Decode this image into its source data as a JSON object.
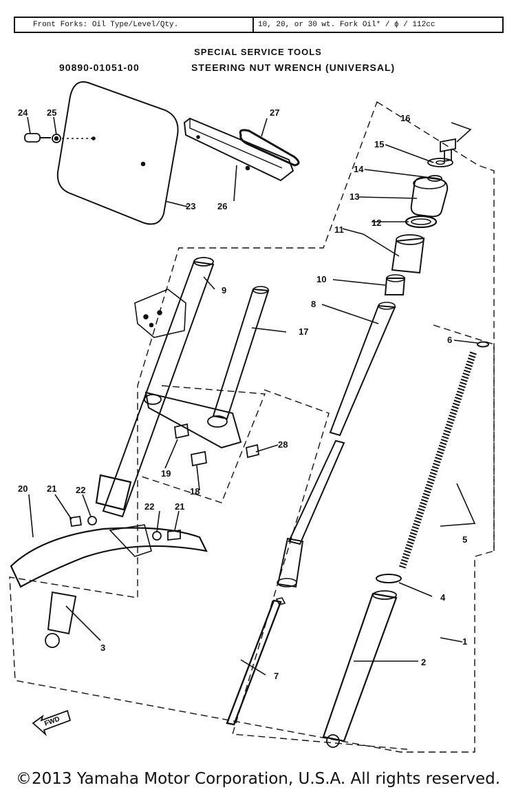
{
  "spec_table": {
    "label": "Front Forks:  Oil Type/Level/Qty.",
    "value": "10, 20, or 30 wt. Fork Oil* / ϕ / 112cc"
  },
  "special_tools": {
    "heading": "SPECIAL SERVICE TOOLS",
    "part_number": "90890-01051-00",
    "tool_name": "STEERING NUT WRENCH (UNIVERSAL)"
  },
  "callouts": [
    "1",
    "2",
    "3",
    "4",
    "5",
    "6",
    "7",
    "8",
    "9",
    "10",
    "11",
    "12",
    "13",
    "14",
    "15",
    "16",
    "17",
    "18",
    "19",
    "20",
    "21",
    "22",
    "22",
    "21",
    "23",
    "24",
    "25",
    "26",
    "27",
    "28"
  ],
  "fwd_label": "FWD",
  "copyright": "©2013 Yamaha Motor Corporation, U.S.A. All rights reserved."
}
